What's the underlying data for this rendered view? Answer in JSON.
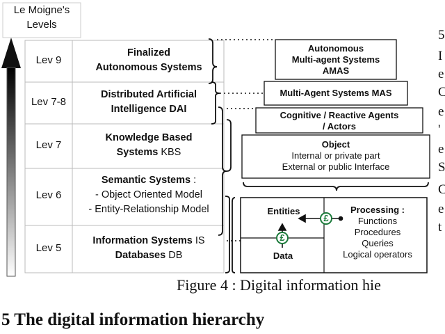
{
  "levels_title": "Le Moigne's Levels",
  "rows": [
    {
      "level": "Lev 9",
      "line1_bold": "Finalized",
      "line1_rest": "",
      "line2_bold": "Autonomous Systems",
      "line2_rest": ""
    },
    {
      "level": "Lev 7-8",
      "line1_bold": "Distributed Artificial",
      "line1_rest": "",
      "line2_bold": "Intelligence DAI",
      "line2_rest": ""
    },
    {
      "level": "Lev 7",
      "line1_bold": "Knowledge Based",
      "line1_rest": "",
      "line2_bold": "Systems",
      "line2_rest": " KBS"
    },
    {
      "level": "Lev 6",
      "line1_bold": "Semantic Systems",
      "line1_rest": " :",
      "line2": "- Object Oriented Model",
      "line3": "- Entity-Relationship Model"
    },
    {
      "level": "Lev 5",
      "line1_bold": "Information Systems",
      "line1_rest": " IS",
      "line2_bold": "Databases",
      "line2_rest": " DB"
    }
  ],
  "boxes": {
    "amas": {
      "line1": "Autonomous",
      "line2": "Multi-agent Systems",
      "line3": "AMAS"
    },
    "mas": {
      "line1": "Multi-Agent Systems MAS"
    },
    "agents": {
      "line1": "Cognitive / Reactive  Agents",
      "line2": "/ Actors"
    },
    "object": {
      "title": "Object",
      "line1": "Internal or private part",
      "line2": "External or public  Interface"
    },
    "entities": {
      "label": "Entities"
    },
    "data": {
      "label": "Data"
    },
    "processing": {
      "title": "Processing :",
      "items": [
        "Functions",
        "Procedures",
        "Queries",
        "Logical operators"
      ]
    }
  },
  "circle_symbol": "£",
  "caption": "Figure 4 : Digital information hie",
  "section_heading": "5 The digital information hierarchy",
  "side_chars": [
    "5",
    "I",
    "e",
    "C",
    "e",
    "'",
    "e",
    "S",
    "C",
    "e",
    "t"
  ]
}
